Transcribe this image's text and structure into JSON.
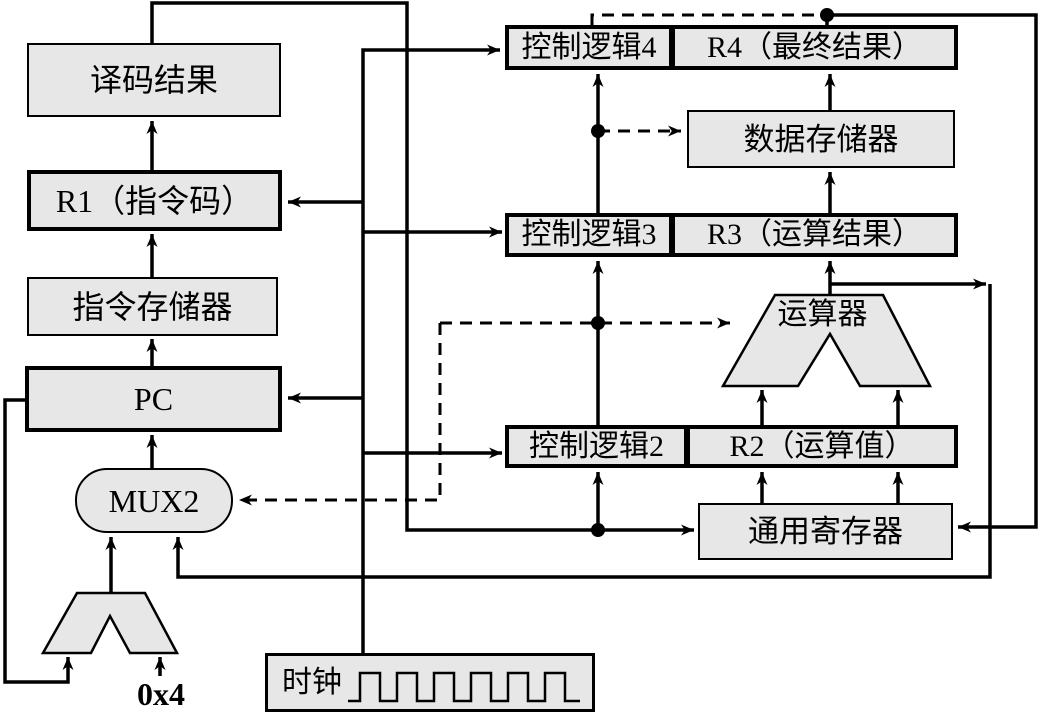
{
  "colors": {
    "background": "#ffffff",
    "box_fill": "#e7e7e7",
    "line": "#000000"
  },
  "fetch_column": {
    "decode_result": "译码结果",
    "r1": "R1（指令码）",
    "instruction_memory": "指令存储器",
    "pc": "PC",
    "mux2": "MUX2",
    "increment_constant": "0x4"
  },
  "pipeline_column": {
    "control_logic_4": "控制逻辑4",
    "r4": "R4（最终结果）",
    "data_memory": "数据存储器",
    "control_logic_3": "控制逻辑3",
    "r3": "R3（运算结果）",
    "alu": "运算器",
    "control_logic_2": "控制逻辑2",
    "r2": "R2（运算值）",
    "general_registers": "通用寄存器",
    "clock": "时钟"
  }
}
